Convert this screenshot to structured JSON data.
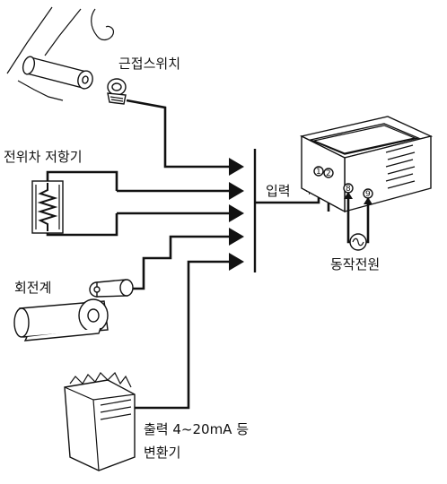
{
  "labels": {
    "proximity_switch": "근접스위치",
    "potentiometer": "전위차 저항기",
    "tachometer": "회전계",
    "transducer_line1": "출력 4~20mA 등",
    "transducer_line2": "변환기",
    "input": "입력",
    "plus": "+",
    "minus": "-",
    "operating_power": "동작전원"
  },
  "terminals": {
    "t1": "1",
    "t2": "2",
    "t8": "8",
    "t9": "9"
  }
}
